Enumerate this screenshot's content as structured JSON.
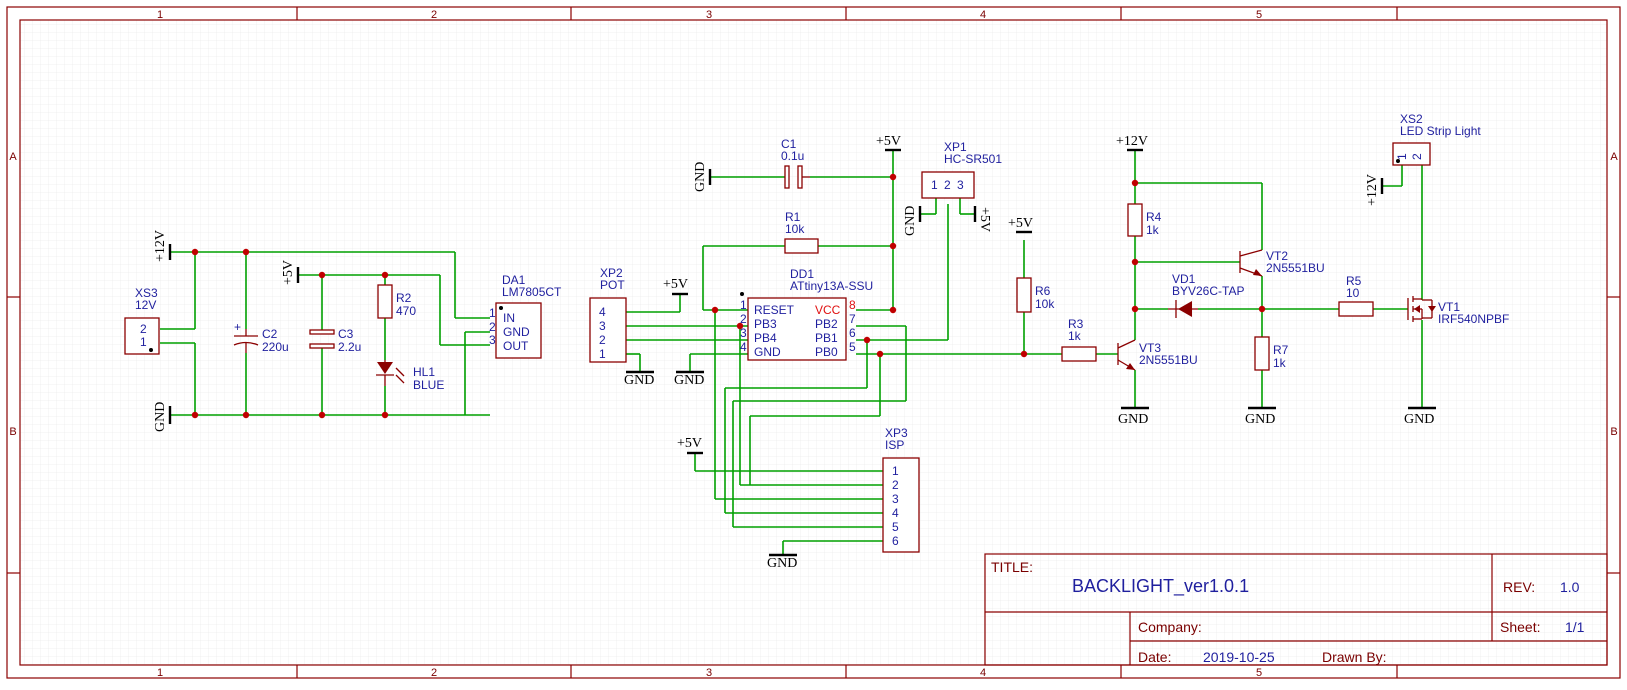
{
  "frame": {
    "columns": [
      "1",
      "2",
      "3",
      "4",
      "5"
    ],
    "rows": [
      "A",
      "B"
    ]
  },
  "title_block": {
    "title_label": "TITLE:",
    "title": "BACKLIGHT_ver1.0.1",
    "rev_label": "REV:",
    "rev": "1.0",
    "company_label": "Company:",
    "company": "",
    "sheet_label": "Sheet:",
    "sheet": "1/1",
    "date_label": "Date:",
    "date": "2019-10-25",
    "drawn_label": "Drawn By:",
    "drawn": ""
  },
  "power": {
    "p12v": "+12V",
    "p5v": "+5V",
    "gnd": "GND"
  },
  "components": {
    "xs3": {
      "ref": "XS3",
      "value": "12V",
      "pins": [
        "2",
        "1"
      ]
    },
    "c2": {
      "ref": "C2",
      "value": "220u",
      "plus": "+"
    },
    "c3": {
      "ref": "C3",
      "value": "2.2u"
    },
    "r2": {
      "ref": "R2",
      "value": "470"
    },
    "hl1": {
      "ref": "HL1",
      "value": "BLUE"
    },
    "da1": {
      "ref": "DA1",
      "value": "LM7805CT",
      "pins": [
        "IN",
        "GND",
        "OUT"
      ],
      "pin_numbers": [
        "1",
        "2",
        "3"
      ]
    },
    "xp2": {
      "ref": "XP2",
      "value": "POT",
      "pins": [
        "4",
        "3",
        "2",
        "1"
      ]
    },
    "c1": {
      "ref": "C1",
      "value": "0.1u"
    },
    "r1": {
      "ref": "R1",
      "value": "10k"
    },
    "dd1": {
      "ref": "DD1",
      "value": "ATtiny13A-SSU",
      "left_pins": [
        "RESET",
        "PB3",
        "PB4",
        "GND"
      ],
      "left_numbers": [
        "1",
        "2",
        "3",
        "4"
      ],
      "right_pins": [
        "VCC",
        "PB2",
        "PB1",
        "PB0"
      ],
      "right_numbers": [
        "8",
        "7",
        "6",
        "5"
      ]
    },
    "xp1": {
      "ref": "XP1",
      "value": "HC-SR501",
      "pins": [
        "1",
        "2",
        "3"
      ]
    },
    "xp3": {
      "ref": "XP3",
      "value": "ISP",
      "pins": [
        "1",
        "2",
        "3",
        "4",
        "5",
        "6"
      ]
    },
    "r6": {
      "ref": "R6",
      "value": "10k"
    },
    "r3": {
      "ref": "R3",
      "value": "1k"
    },
    "vt3": {
      "ref": "VT3",
      "value": "2N5551BU"
    },
    "r4": {
      "ref": "R4",
      "value": "1k"
    },
    "vt2": {
      "ref": "VT2",
      "value": "2N5551BU"
    },
    "vd1": {
      "ref": "VD1",
      "value": "BYV26C-TAP"
    },
    "r7": {
      "ref": "R7",
      "value": "1k"
    },
    "r5": {
      "ref": "R5",
      "value": "10"
    },
    "vt1": {
      "ref": "VT1",
      "value": "IRF540NPBF"
    },
    "xs2": {
      "ref": "XS2",
      "value": "LED Strip Light",
      "pins": [
        "1",
        "2"
      ]
    }
  }
}
